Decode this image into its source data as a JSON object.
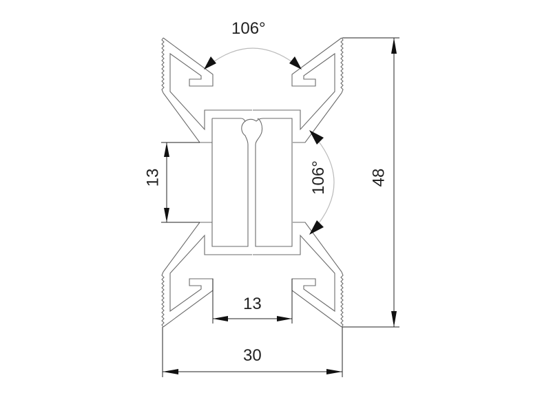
{
  "drawing": {
    "title": "Aluminium profile cross-section",
    "dimensions": {
      "top_angle": "106°",
      "side_angle": "106°",
      "slot_height": "13",
      "total_height": "48",
      "slot_width": "13",
      "total_width": "30"
    }
  },
  "colors": {
    "profile_line": "#6a6a6a",
    "dimension_line": "#222222",
    "angle_arc": "#bbbbbb"
  }
}
